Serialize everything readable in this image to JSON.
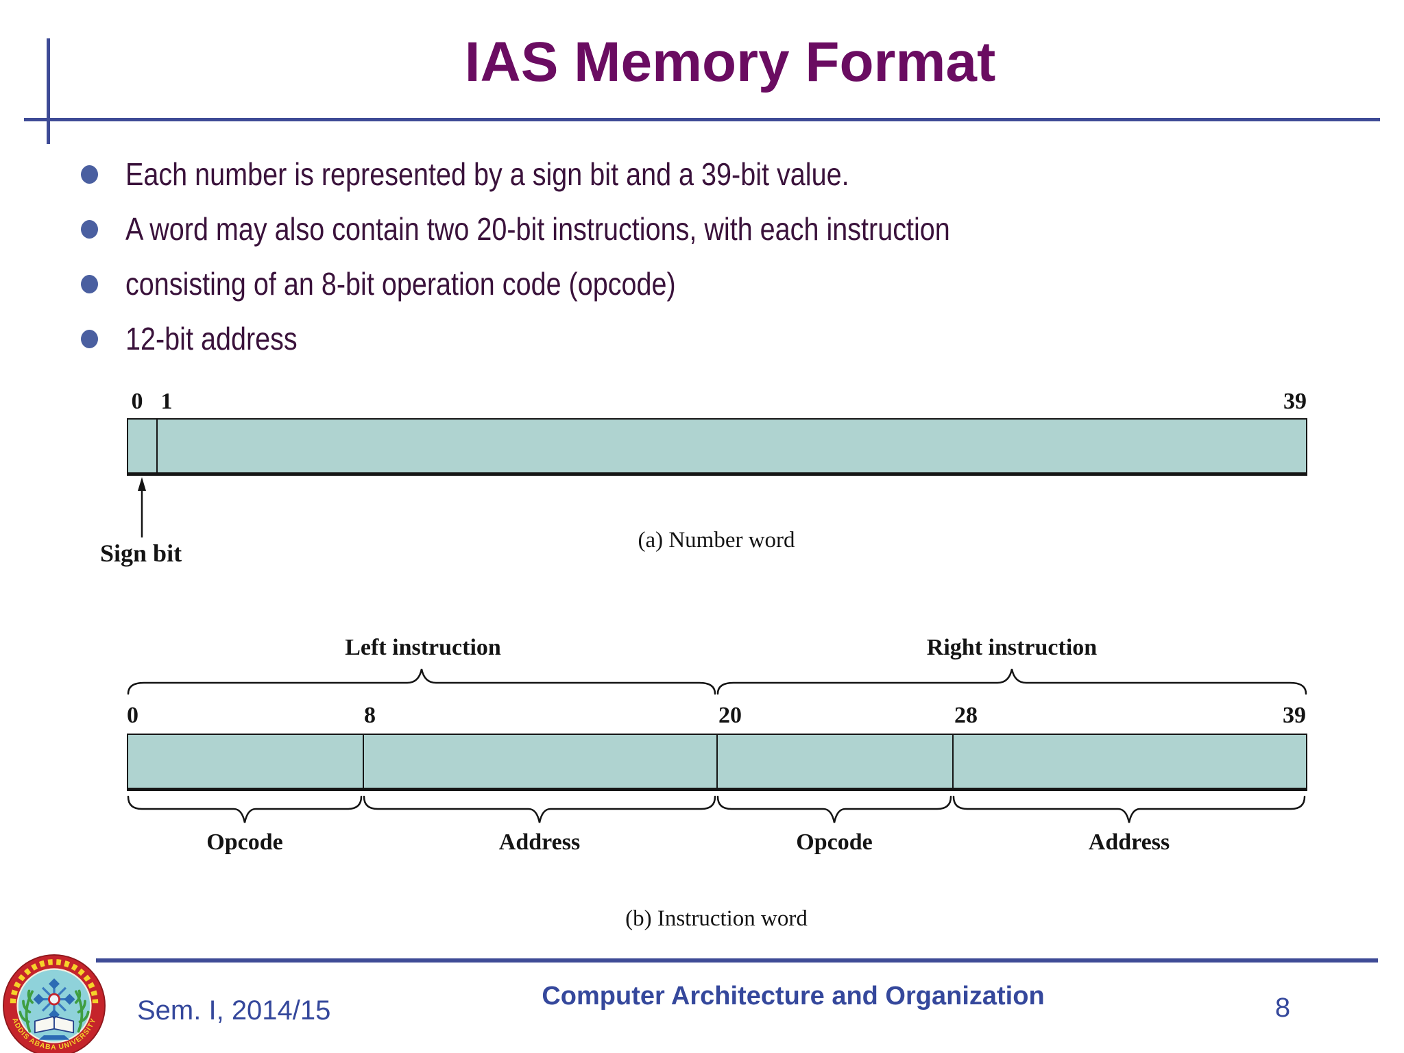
{
  "slide": {
    "title": "IAS Memory Format",
    "bullets": [
      "Each number is represented by a sign bit and a 39-bit value.",
      "A word may also contain two 20-bit instructions, with each instruction",
      "consisting of an 8-bit operation code (opcode)",
      "12-bit address"
    ]
  },
  "figure": {
    "number_word": {
      "bit_labels": [
        "0",
        "1",
        "39"
      ],
      "annotation": "Sign bit",
      "caption": "(a) Number word"
    },
    "instruction_word": {
      "group_labels": [
        "Left instruction",
        "Right instruction"
      ],
      "bit_labels": [
        "0",
        "8",
        "20",
        "28",
        "39"
      ],
      "field_labels": [
        "Opcode",
        "Address",
        "Opcode",
        "Address"
      ],
      "caption": "(b) Instruction word"
    }
  },
  "footer": {
    "course_term": "Sem. I, 2014/15",
    "course_title": "Computer Architecture and Organization",
    "page_number": "8"
  },
  "logo": {
    "ring_text": "ADDIS ABABA UNIVERSITY"
  },
  "colors": {
    "title_text": "#6A0C61",
    "body_text": "#3A123B",
    "bullet_dot": "#4A5FA0",
    "rule_blue": "#3E4B96",
    "footer_text": "#35489C",
    "bar_fill": "#AFD3D0",
    "bar_border": "#151515",
    "logo_ring_red": "#C5242B",
    "logo_inner_teal": "#8FD2DA",
    "logo_text_yellow": "#F5D32A"
  }
}
